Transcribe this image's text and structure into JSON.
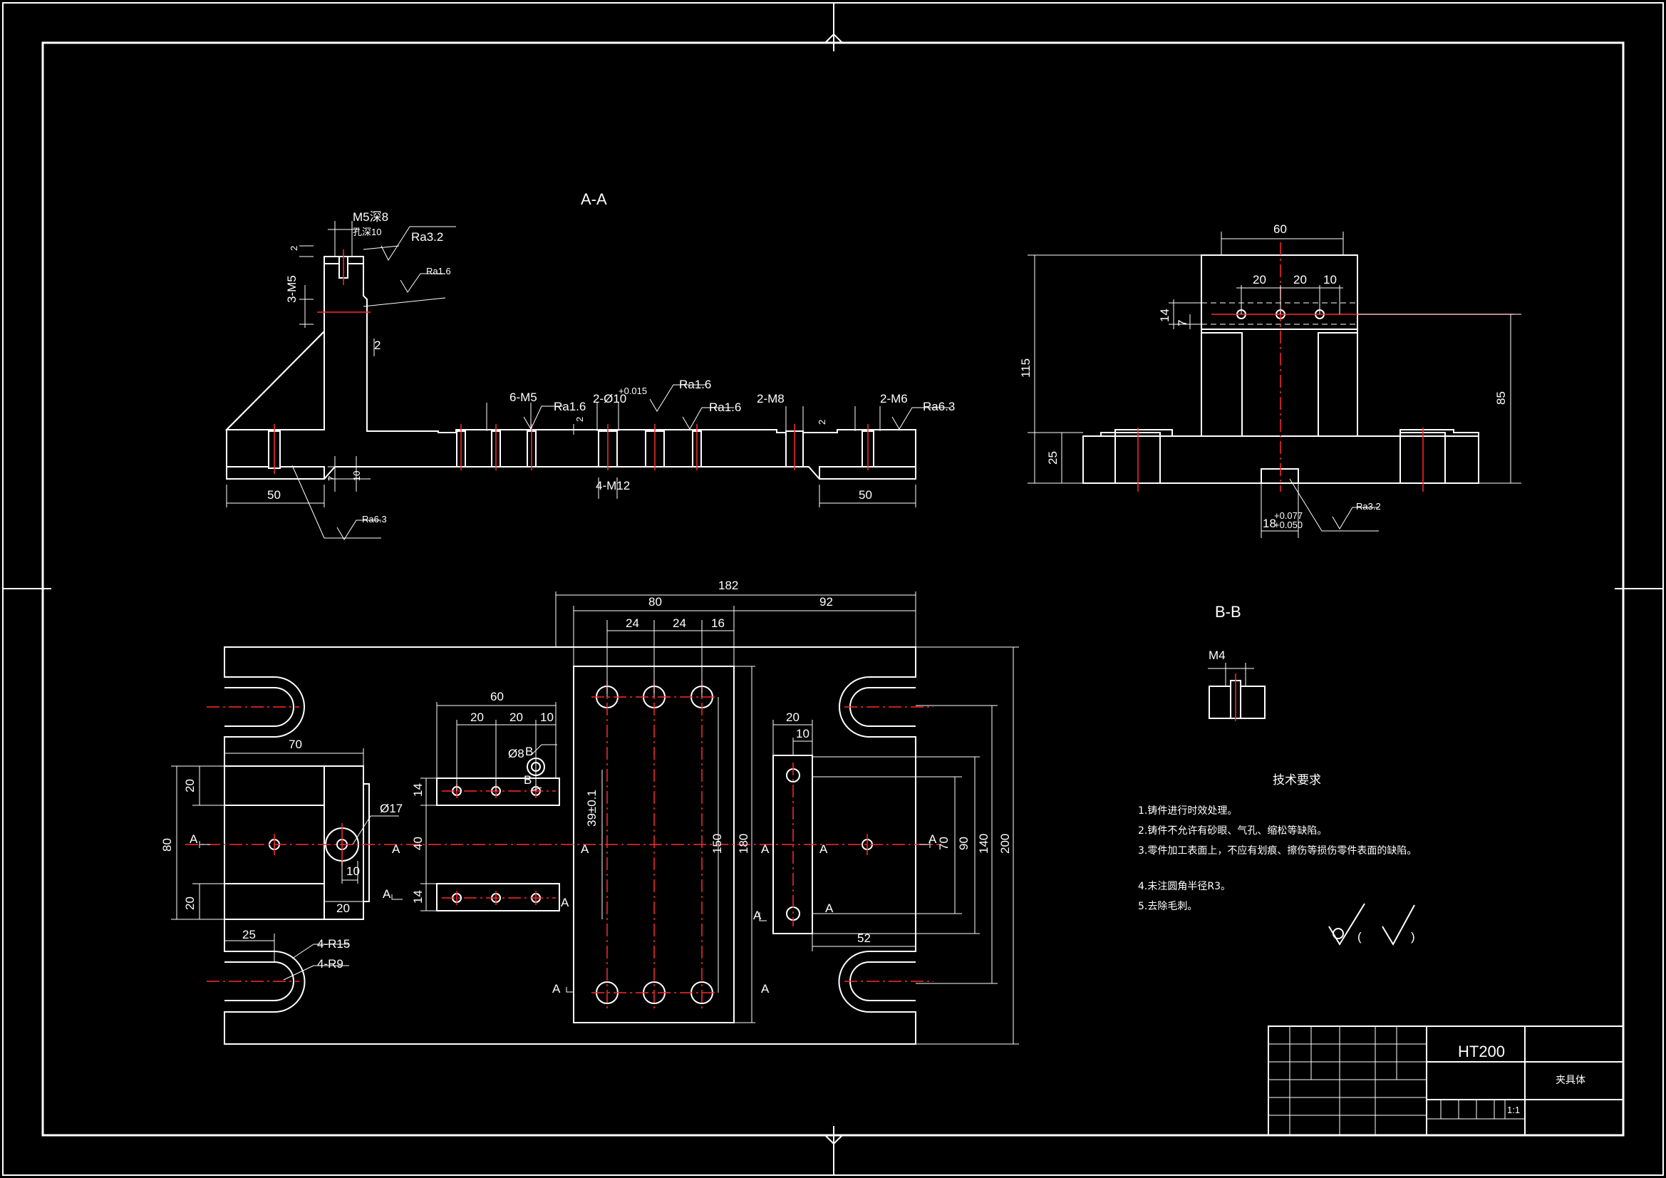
{
  "colors": {
    "background": "#000000",
    "line": "#ffffff",
    "centerline": "#ff2a2a"
  },
  "views": {
    "section_aa": {
      "title": "A-A"
    },
    "section_bb": {
      "title": "B-B"
    }
  },
  "labels": {
    "aa": {
      "m5_depth": "M5深8",
      "hole_depth": "孔深10",
      "ra32": "Ra3.2",
      "ra16_top": "Ra1.6",
      "three_m5": "3-M5",
      "dim_2_top": "2",
      "dim_2_mid": "2",
      "six_m5": "6-M5",
      "ra16_a": "Ra1.6",
      "two_phi10": "2-Ø10",
      "tol_015": "+0.015",
      "dim_2_slot": "2",
      "ra16_b": "Ra1.6",
      "ra16_c": "Ra1.6",
      "two_m8": "2-M8",
      "dim_2_right": "2",
      "two_m6": "2-M6",
      "ra63_right": "Ra6.3",
      "dim_7": "7",
      "dim_10": "10",
      "dim_50_left": "50",
      "four_m12": "4-M12",
      "dim_50_right": "50",
      "ra63_bottom": "Ra6.3"
    },
    "side": {
      "dim_60": "60",
      "dim_20a": "20",
      "dim_20b": "20",
      "dim_10": "10",
      "dim_14": "14",
      "dim_7": "7",
      "dim_115": "115",
      "dim_85": "85",
      "dim_25": "25",
      "dim_18": "18",
      "tol_077": "+0.077",
      "tol_050": "+0.050",
      "ra32": "Ra3.2"
    },
    "plan": {
      "dim_182": "182",
      "dim_80": "80",
      "dim_92": "92",
      "dim_24a": "24",
      "dim_24b": "24",
      "dim_16": "16",
      "dim_60": "60",
      "dim_20a": "20",
      "dim_20b": "20",
      "dim_10a": "10",
      "phi8": "Ø8",
      "b_mark": "B",
      "b_mark2": "B",
      "dim_70": "70",
      "dim_20_left_top": "20",
      "dim_80_left": "80",
      "dim_20_left_bot": "20",
      "phi17": "Ø17",
      "dim_10b": "10",
      "dim_20_bot": "20",
      "dim_14a": "14",
      "dim_40": "40",
      "dim_14b": "14",
      "dim_39": "39±0.1",
      "dim_150": "150",
      "dim_180": "180",
      "dim_20c": "20",
      "dim_10c": "10",
      "dim_70r": "70",
      "dim_90": "90",
      "dim_140": "140",
      "dim_200": "200",
      "dim_52": "52",
      "dim_25": "25",
      "r15": "4-R15",
      "r9": "4-R9",
      "a1": "A",
      "a2": "A",
      "a3": "A",
      "a4": "A",
      "a5": "A",
      "a6": "A",
      "a7": "A",
      "a8": "A",
      "a9": "A",
      "a10": "A",
      "a11": "A",
      "a12": "A"
    },
    "bb": {
      "m4": "M4"
    }
  },
  "notes": {
    "title": "技术要求",
    "items": [
      "1.铸件进行时效处理。",
      "2.铸件不允许有砂眼、气孔、缩松等缺陷。",
      "3.零件加工表面上，不应有划痕、擦伤等损伤零件表面的缺陷。",
      "4.未注圆角半径R3。",
      "5.去除毛刺。"
    ]
  },
  "roughness_note": {
    "open": "(",
    "close": ")"
  },
  "title_block": {
    "material": "HT200",
    "name": "夹具体",
    "sheet": "1:1"
  }
}
